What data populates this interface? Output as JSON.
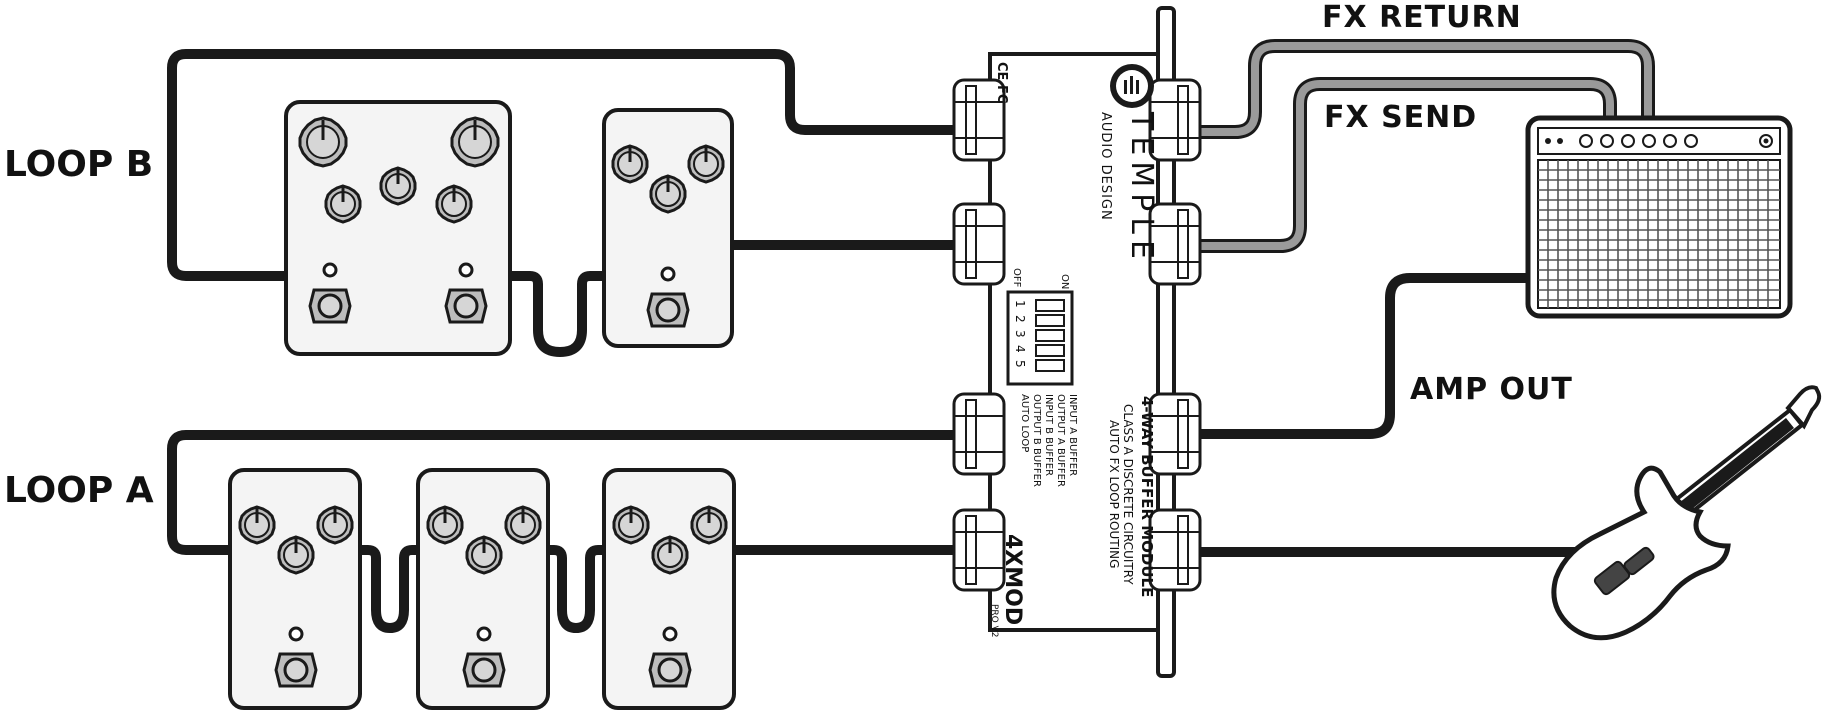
{
  "labels": {
    "loop_b": "LOOP B",
    "loop_a": "LOOP A",
    "fx_return": "FX RETURN",
    "fx_send": "FX SEND",
    "amp_out": "AMP OUT"
  },
  "module": {
    "brand_name": "TEMPLE",
    "brand_sub": "AUDIO DESIGN",
    "title": "4-WAY BUFFER MODULE",
    "subtitle_1": "CLASS A DISCRETE CIRCUITRY",
    "subtitle_2": "AUTO FX LOOP ROUTING",
    "model": "4XMOD",
    "version": "PRO V2",
    "cert_marks": "CE FC",
    "switch_on": "ON",
    "switch_off": "OFF",
    "switch_numbers": [
      "1",
      "2",
      "3",
      "4",
      "5"
    ],
    "switch_legend": [
      "INPUT A BUFFER",
      "OUTPUT A BUFFER",
      "INPUT B BUFFER",
      "OUTPUT B BUFFER",
      "AUTO LOOP"
    ]
  },
  "colors": {
    "ink": "#1a1a1a",
    "cable": "#1a1a1a",
    "fx_cable": "#9a9a9a",
    "knob_fill": "#bdbdbd",
    "pedal_fill": "#f4f4f4"
  }
}
